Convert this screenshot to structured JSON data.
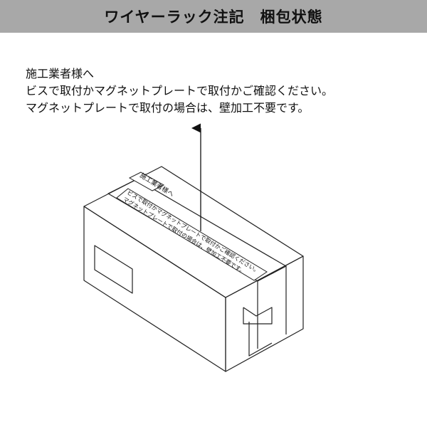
{
  "header": {
    "title": "ワイヤーラック注記　梱包状態",
    "background": "#a8a8a8"
  },
  "notice": {
    "line1": "施工業者様へ",
    "line2": "ビスで取付かマグネットプレートで取付かご確認ください。",
    "line3": "マグネットプレートで取付の場合は、壁加工不要です。"
  },
  "box_label": {
    "heading": "施工業者様へ",
    "line1": "ビスで取付かマグネットプレートで取付かご確認ください。",
    "line2": "マグネットプレートで取付の場合は、壁加工不要です。"
  }
}
